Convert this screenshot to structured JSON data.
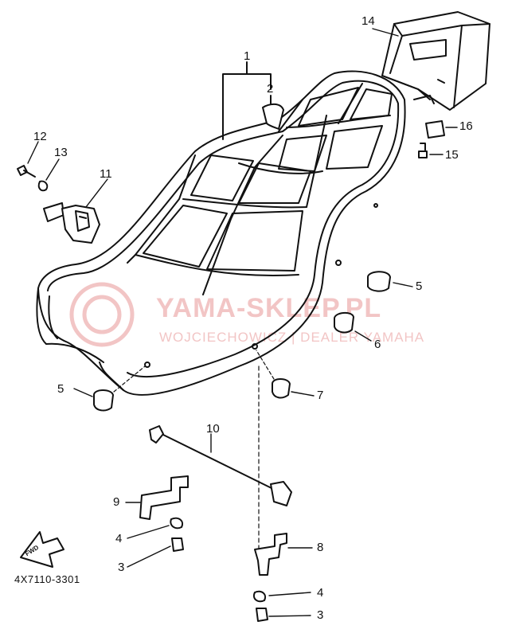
{
  "diagram": {
    "part_code": "4X7110-3301",
    "fwd_label": "FWD",
    "watermark": {
      "main": "YAMA-SKLEP.PL",
      "sub": "WOJCIECHOWICZ | DEALER YAMAHA"
    },
    "callouts": {
      "c1": "1",
      "c2": "2",
      "c3a": "3",
      "c3b": "3",
      "c4a": "4",
      "c4b": "4",
      "c5a": "5",
      "c5b": "5",
      "c6": "6",
      "c7": "7",
      "c8": "8",
      "c9": "9",
      "c10": "10",
      "c11": "11",
      "c12": "12",
      "c13": "13",
      "c14": "14",
      "c15": "15",
      "c16": "16"
    },
    "colors": {
      "line": "#111111",
      "watermark": "#f2c5c5"
    }
  }
}
